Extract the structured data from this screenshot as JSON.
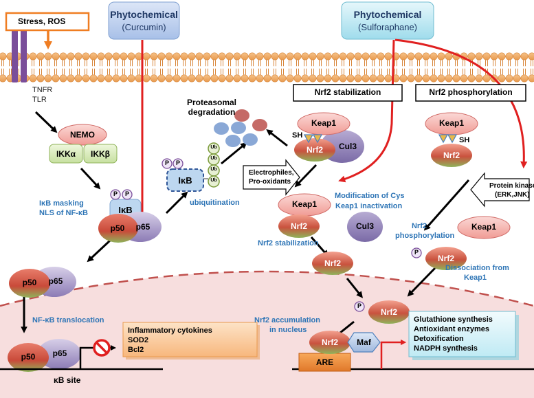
{
  "stress": "Stress, ROS",
  "phyto_left": {
    "title": "Phytochemical",
    "name": "(Curcumin)"
  },
  "phyto_right": {
    "title": "Phytochemical",
    "name": "(Sulforaphane)"
  },
  "receptor": {
    "line1": "TNFR",
    "line2": "TLR"
  },
  "nemo": "NEMO",
  "ikka": "IKKα",
  "ikkb": "IKKβ",
  "p": "P",
  "ikb": "IκB",
  "p50": "p50",
  "p65": "p65",
  "ub": "Ub",
  "ikb_masking": {
    "line1": "IκB masking",
    "line2": "NLS of NF-κB"
  },
  "ubiquitination": "ubiquitination",
  "proteasomal": {
    "line1": "Proteasomal",
    "line2": "degradation"
  },
  "nrf2_stabilization_box": "Nrf2 stabilization",
  "nrf2_phosphorylation_box": "Nrf2 phosphorylation",
  "keap1": "Keap1",
  "nrf2": "Nrf2",
  "cul3": "Cul3",
  "sh": "SH",
  "electrophiles": {
    "line1": "Electrophiles,",
    "line2": "Pro-oxidants"
  },
  "protein_kinases": {
    "line1": "Protein kinases",
    "line2": "(ERK,JNK)"
  },
  "modification": {
    "line1": "Modification of Cys",
    "line2": "Keap1 inactivation"
  },
  "nrf2_stabilization_label": "Nrf2 stabilization",
  "nrf2_phosphorylation_label": {
    "line1": "Nrf2",
    "line2": "phosphorylation"
  },
  "dissociation": {
    "line1": "Dissociation from",
    "line2": "Keap1"
  },
  "nfkb_translocation": "NF-κB translocation",
  "nrf2_accumulation": {
    "line1": "Nrf2 accumulation",
    "line2": "in nucleus"
  },
  "inflammatory": {
    "line1": "Inflammatory cytokines",
    "line2": "SOD2",
    "line3": "Bcl2"
  },
  "kb_site": "κB site",
  "maf": "Maf",
  "are": "ARE",
  "targets": {
    "line1": "Glutathione synthesis",
    "line2": "Antioxidant enzymes",
    "line3": "Detoxification",
    "line4": "NADPH synthesis"
  }
}
